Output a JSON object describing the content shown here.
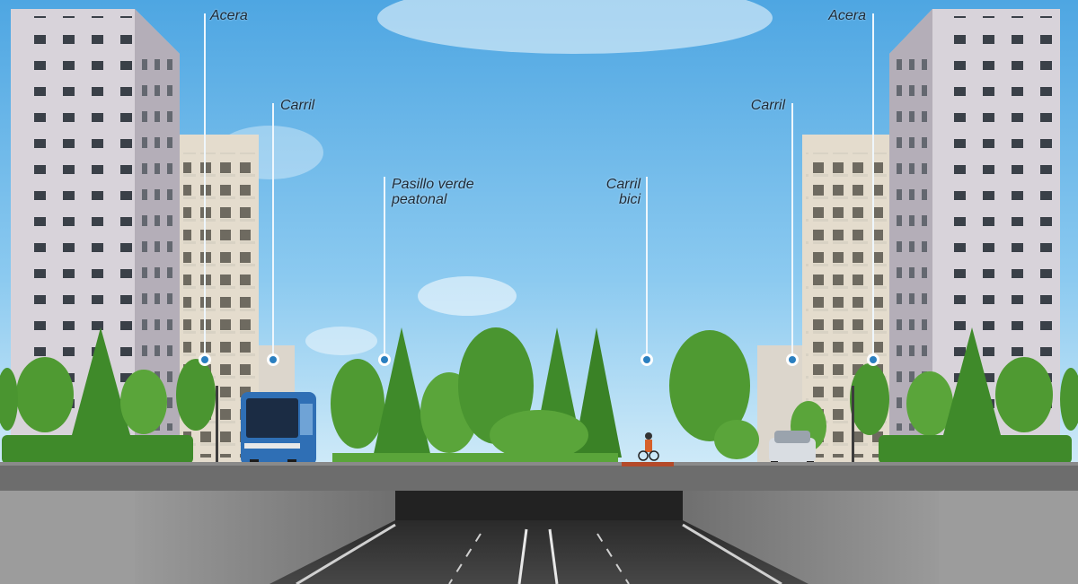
{
  "labels": {
    "acera_left": "Acera",
    "acera_right": "Acera",
    "carril_left": "Carril",
    "carril_right": "Carril",
    "pasillo_line1": "Pasillo verde",
    "pasillo_line2": "peatonal",
    "bici_line1": "Carril",
    "bici_line2": "bici"
  },
  "colors": {
    "sky_top": "#5fb0e6",
    "sky_bottom": "#bfe3f6",
    "marker": "#2a7fc0",
    "pointer_line": "#eaf4fb",
    "tree_green": "#4d9a2e",
    "hedge_green": "#3f8a2a",
    "road_surface": "#6d6d6d",
    "tunnel_wall": "#8c8c8c",
    "bike_lane": "#b44a2a",
    "bus_blue": "#2f6fb5"
  }
}
